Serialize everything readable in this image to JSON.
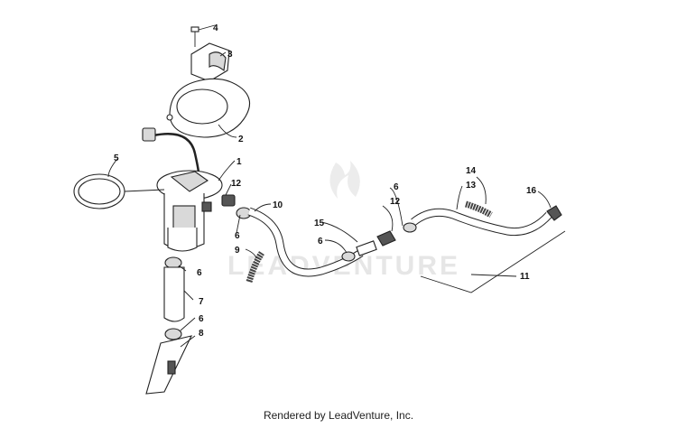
{
  "watermark": "LEADVENTURE",
  "footer": "Rendered by LeadVenture, Inc.",
  "callouts": {
    "c1": "1",
    "c2": "2",
    "c3": "3",
    "c4": "4",
    "c5": "5",
    "c6a": "6",
    "c6b": "6",
    "c6c": "6",
    "c6d": "6",
    "c6e": "6",
    "c7": "7",
    "c8": "8",
    "c9": "9",
    "c10": "10",
    "c11": "11",
    "c12a": "12",
    "c12b": "12",
    "c13": "13",
    "c14": "14",
    "c15": "15",
    "c16": "16"
  },
  "colors": {
    "line": "#222222",
    "watermark": "#e6e6e6",
    "background": "#ffffff"
  }
}
